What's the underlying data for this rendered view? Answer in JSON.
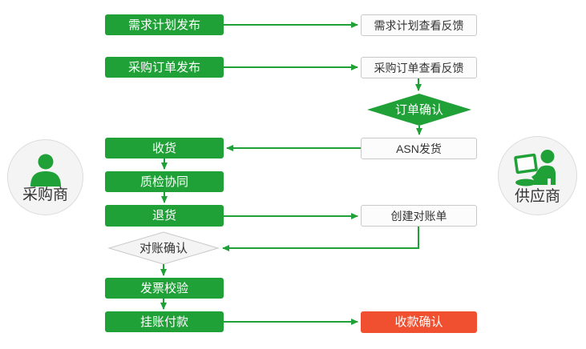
{
  "colors": {
    "green": "#20a138",
    "red": "#f0502f",
    "node-bg": "#fcfcfc",
    "node-border": "#c9c9c9",
    "diamond-bg": "#f4f4f4",
    "circle-bg": "#f4f4f4",
    "circle-border": "#dcdcdc",
    "text-dark": "#333333"
  },
  "actors": {
    "buyer": "采购商",
    "supplier": "供应商"
  },
  "flow": {
    "demand_plan_publish": "需求计划发布",
    "demand_plan_feedback": "需求计划查看反馈",
    "po_publish": "采购订单发布",
    "po_feedback": "采购订单查看反馈",
    "order_confirm": "订单确认",
    "asn_ship": "ASN发货",
    "receive": "收货",
    "quality_collab": "质检协同",
    "return_goods": "退货",
    "create_statement": "创建对账单",
    "statement_confirm": "对账确认",
    "invoice_verify": "发票校验",
    "book_payment": "挂账付款",
    "payment_confirm": "收款确认"
  }
}
